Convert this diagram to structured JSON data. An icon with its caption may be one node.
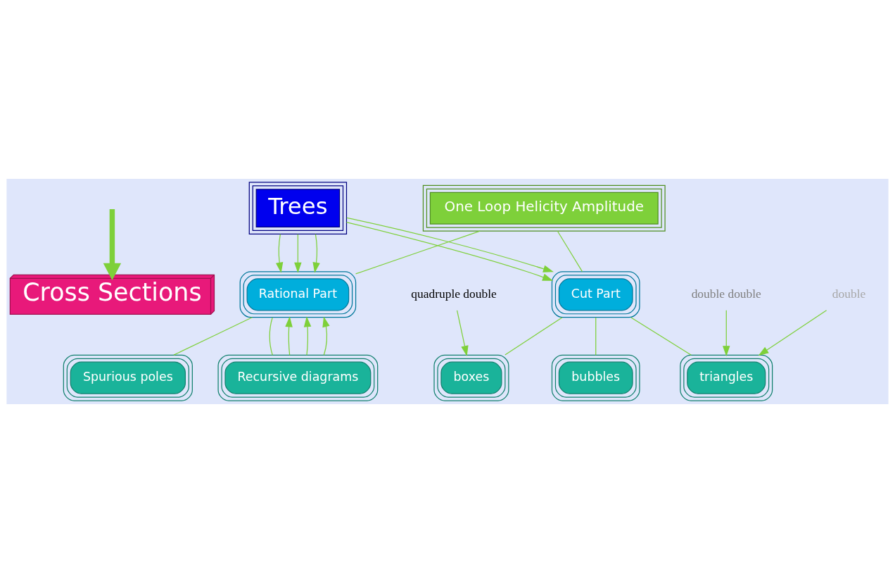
{
  "diagram": {
    "nodes": [
      {
        "text": [
          "Cross Sections"
        ]
      },
      {
        "text": [
          "Trees"
        ]
      },
      {
        "text": [
          "One Loop Helicity Amplitude"
        ]
      },
      {
        "text": [
          "Cut Part"
        ]
      },
      {
        "text": [
          "Rational Part"
        ]
      },
      {
        "text": [
          "boxes"
        ]
      },
      {
        "text": [
          "triangles"
        ]
      },
      {
        "text": [
          "bubbles"
        ]
      },
      {
        "text": [
          "Recursive diagrams"
        ]
      },
      {
        "text": [
          "Spurious poles"
        ]
      },
      {
        "text": [
          "quadruple double"
        ]
      },
      {
        "text": [
          "double double"
        ]
      },
      {
        "text": [
          "double"
        ]
      }
    ],
    "edges": [
      {
        "from": null,
        "to": 0,
        "arrow": "to",
        "style": "thick"
      },
      {
        "from": 1,
        "to": 3,
        "arrow": "to"
      },
      {
        "from": 1,
        "to": 3,
        "arrow": "to"
      },
      {
        "from": 1,
        "to": 4,
        "arrow": "to"
      },
      {
        "from": 1,
        "to": 4,
        "arrow": "to"
      },
      {
        "from": 1,
        "to": 4,
        "arrow": "to"
      },
      {
        "from": 2,
        "to": 3,
        "arrow": "none"
      },
      {
        "from": 2,
        "to": 4,
        "arrow": "none"
      },
      {
        "from": 3,
        "to": 5,
        "arrow": "none"
      },
      {
        "from": 3,
        "to": 6,
        "arrow": "none"
      },
      {
        "from": 3,
        "to": 7,
        "arrow": "none"
      },
      {
        "from": 4,
        "to": 8,
        "arrow": "none"
      },
      {
        "from": 4,
        "to": 9,
        "arrow": "none"
      },
      {
        "from": 8,
        "to": 4,
        "arrow": "to"
      },
      {
        "from": 8,
        "to": 4,
        "arrow": "to"
      },
      {
        "from": 8,
        "to": 4,
        "arrow": "to"
      },
      {
        "from": 10,
        "to": 5,
        "arrow": "to"
      },
      {
        "from": 11,
        "to": 6,
        "arrow": "to"
      },
      {
        "from": 12,
        "to": 6,
        "arrow": "to"
      }
    ]
  }
}
